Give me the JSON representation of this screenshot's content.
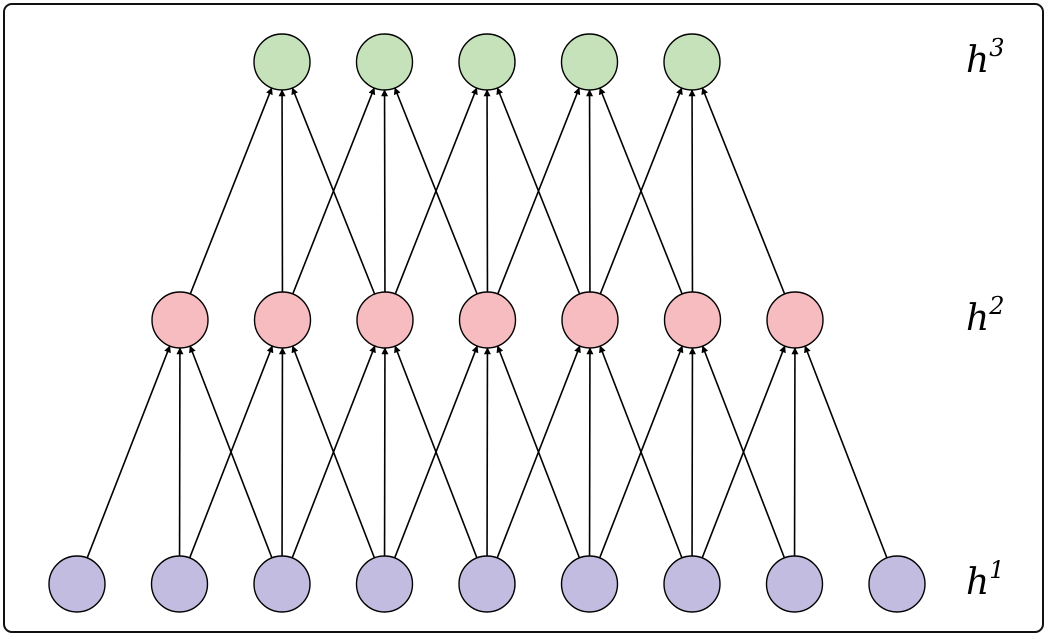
{
  "layers": [
    {
      "id": "h3",
      "label_base": "h",
      "label_sup": "3",
      "count": 5,
      "fill": "#c6e2bb"
    },
    {
      "id": "h2",
      "label_base": "h",
      "label_sup": "2",
      "count": 7,
      "fill": "#f7bcbf"
    },
    {
      "id": "h1",
      "label_base": "h",
      "label_sup": "1",
      "count": 9,
      "fill": "#c2bde0"
    }
  ],
  "connection_window": 3,
  "colors": {
    "stroke": "#000000",
    "frame": "#111111",
    "background": "#ffffff"
  }
}
